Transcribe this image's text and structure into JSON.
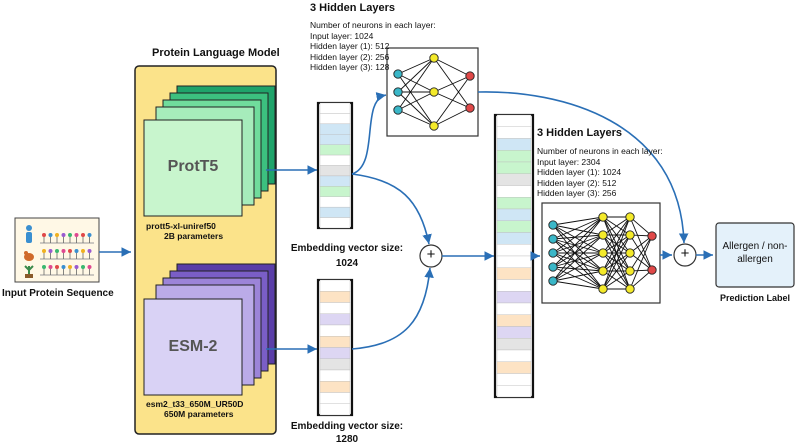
{
  "top_block": {
    "title": "3 Hidden Layers",
    "caption": "Number of neurons in each layer:",
    "lines": [
      "Input layer: 1024",
      "Hidden layer (1): 512",
      "Hidden layer (2): 256",
      "Hidden layer (3): 128"
    ]
  },
  "right_block": {
    "title": "3 Hidden Layers",
    "caption": "Number of neurons in each layer:",
    "lines": [
      "Input layer: 2304",
      "Hidden layer (1): 1024",
      "Hidden layer (2): 512",
      "Hidden layer (3): 256"
    ]
  },
  "plm": {
    "title": "Protein Language Model",
    "prott5": {
      "label": "ProtT5",
      "model_name": "prott5-xl-uniref50",
      "params": "2B parameters"
    },
    "esm": {
      "label": "ESM-2",
      "model_name": "esm2_t33_650M_UR50D",
      "params": "650M parameters"
    }
  },
  "input": {
    "label": "Input Protein Sequence"
  },
  "embedding_top": {
    "label": "Embedding vector size:",
    "size": "1024"
  },
  "embedding_bottom": {
    "label": "Embedding vector size:",
    "size": "1280"
  },
  "output": {
    "label": "Allergen / non-allergen",
    "caption": "Prediction Label"
  },
  "plus_symbol": "+",
  "colors": {
    "arrow": "#2a6fb6",
    "plm_bg": "#fbe38a",
    "prott5_front": "#c8f5cd",
    "prott5_back": "#1fa36a",
    "esm_front": "#d9d2f5",
    "esm_back": "#5a3ea8",
    "node_input": "#3ab7c8",
    "node_hidden": "#f4ea2a",
    "node_output": "#e04848",
    "output_box": "#e4f1fa"
  }
}
